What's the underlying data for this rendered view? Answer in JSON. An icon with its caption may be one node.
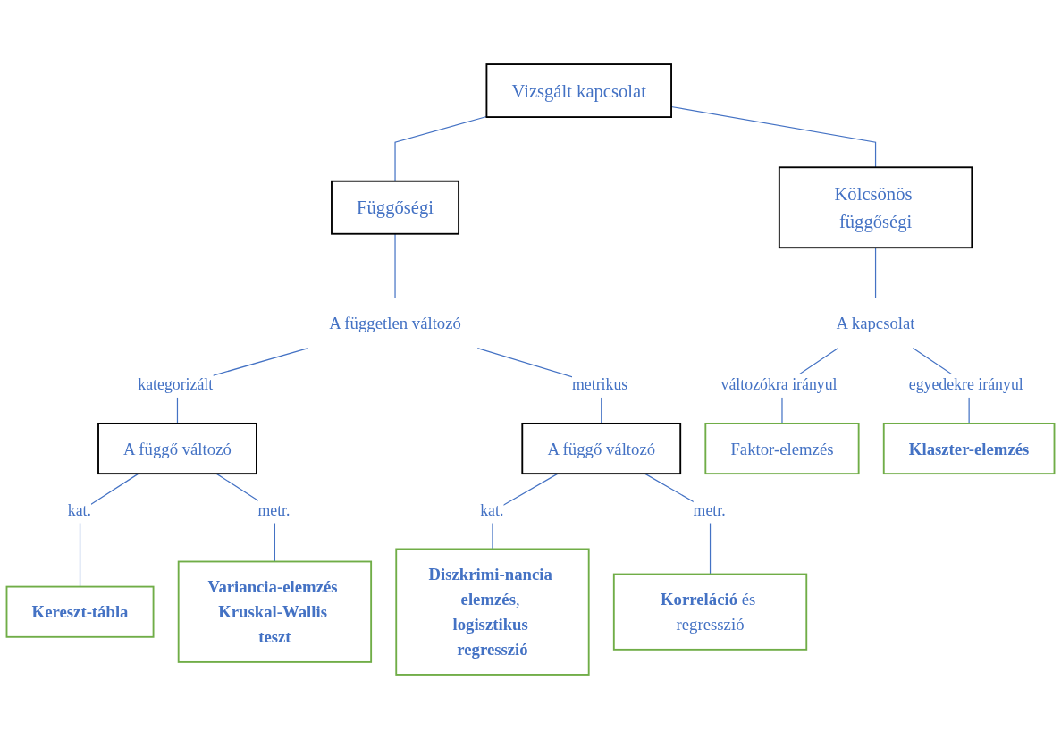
{
  "diagram": {
    "nodes": [
      {
        "text": [
          "Vizsgált kapcsolat"
        ]
      },
      {
        "text": [
          "Függőségi"
        ]
      },
      {
        "text": [
          "Kölcsönös függőségi"
        ]
      },
      {
        "text": [
          "A független változó"
        ]
      },
      {
        "text": [
          "A függő változó"
        ]
      },
      {
        "text": [
          "A függő változó"
        ]
      },
      {
        "text": [
          "Kereszt-tábla"
        ]
      },
      {
        "text": [
          "Variancia-elemzés Kruskal-Wallis teszt"
        ]
      },
      {
        "text": [
          "**Diszkrimi-nancia elemzés**, **logisztikus regresszió**"
        ]
      },
      {
        "text": [
          "**Korreláció** és regresszió"
        ]
      },
      {
        "text": [
          "A kapcsolat"
        ]
      },
      {
        "text": [
          "Faktor-elemzés"
        ]
      },
      {
        "text": [
          "Klaszter-elemzés"
        ]
      }
    ],
    "edges": [
      {
        "from": 0,
        "to": 1,
        "arrow": "none"
      },
      {
        "from": 0,
        "to": 2,
        "arrow": "none"
      },
      {
        "from": 1,
        "to": 3,
        "arrow": "none"
      },
      {
        "from": 3,
        "to": 4,
        "arrow": "none",
        "label": "kategorizált"
      },
      {
        "from": 3,
        "to": 5,
        "arrow": "none",
        "label": "metrikus"
      },
      {
        "from": 4,
        "to": 6,
        "arrow": "none",
        "label": "kat."
      },
      {
        "from": 4,
        "to": 7,
        "arrow": "none",
        "label": "metr."
      },
      {
        "from": 5,
        "to": 8,
        "arrow": "none",
        "label": "kat."
      },
      {
        "from": 5,
        "to": 9,
        "arrow": "none",
        "label": "metr."
      },
      {
        "from": 2,
        "to": 10,
        "arrow": "none"
      },
      {
        "from": 10,
        "to": 11,
        "arrow": "none",
        "label": "változókra irányul"
      },
      {
        "from": 10,
        "to": 12,
        "arrow": "none",
        "label": "egyedekre irányul"
      }
    ]
  }
}
